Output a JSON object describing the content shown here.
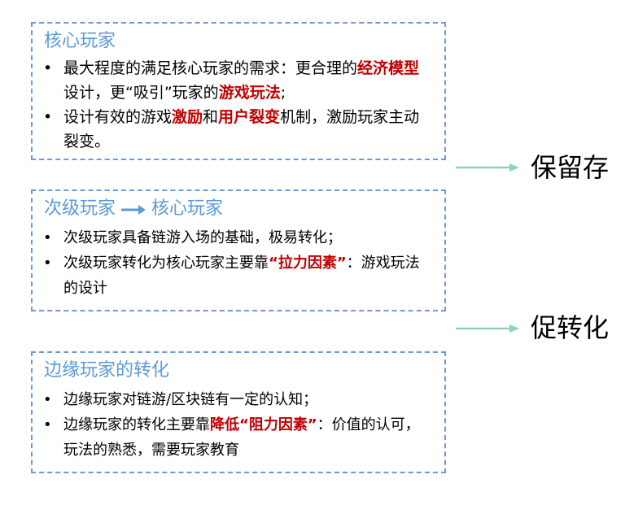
{
  "sections": [
    {
      "title": "核心玩家",
      "items": [
        [
          {
            "text": "最大程度的满足核心玩家的需求：更合理的",
            "hl": false
          },
          {
            "text": "经济模型",
            "hl": true
          },
          {
            "text": "设计，更“吸引”玩家的",
            "hl": false
          },
          {
            "text": "游戏玩法",
            "hl": true
          },
          {
            "text": ";",
            "hl": false
          }
        ],
        [
          {
            "text": "设计有效的游戏",
            "hl": false
          },
          {
            "text": "激励",
            "hl": true
          },
          {
            "text": "和",
            "hl": false
          },
          {
            "text": "用户裂变",
            "hl": true
          },
          {
            "text": "机制，激励玩家主动裂变。",
            "hl": false
          }
        ]
      ]
    },
    {
      "title_from": "次级玩家",
      "title_to": "核心玩家",
      "items": [
        [
          {
            "text": "次级玩家具备链游入场的基础，极易转化；",
            "hl": false
          }
        ],
        [
          {
            "text": "次级玩家转化为核心玩家主要靠",
            "hl": false
          },
          {
            "text": "“拉力因素”",
            "hl": true
          },
          {
            "text": "：游戏玩法的设计",
            "hl": false
          }
        ]
      ]
    },
    {
      "title": "边缘玩家的转化",
      "items": [
        [
          {
            "text": "边缘玩家对链游/区块链有一定的认知；",
            "hl": false
          }
        ],
        [
          {
            "text": "边缘玩家的转化主要靠",
            "hl": false
          },
          {
            "text": "降低“阻力因素”",
            "hl": true
          },
          {
            "text": "：价值的认可，玩法的熟悉，需要玩家教育",
            "hl": false
          }
        ]
      ]
    }
  ],
  "outcomes": [
    "保留存",
    "促转化"
  ],
  "colors": {
    "title": "#5b9bd5",
    "border": "#6a9bd3",
    "highlight": "#c00000",
    "side_arrow": "#8fd4b0"
  },
  "bullet": "•"
}
